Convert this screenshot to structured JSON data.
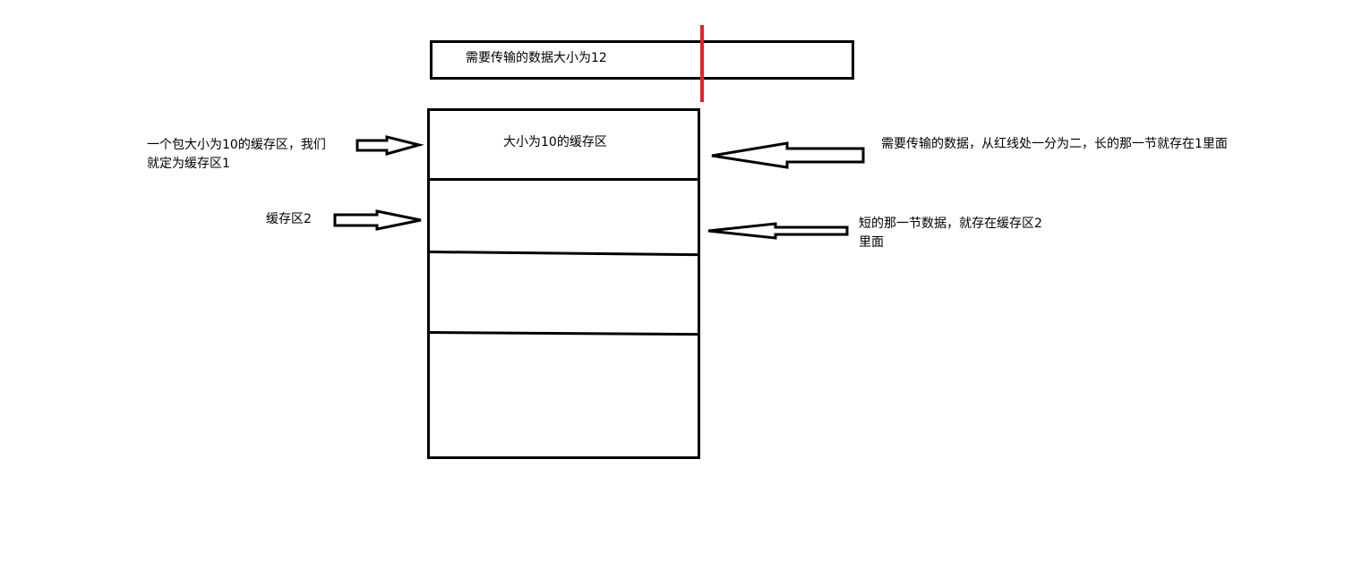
{
  "diagram": {
    "data_bar": {
      "label": "需要传输的数据大小为12"
    },
    "stack": {
      "buffer1_label": "大小为10的缓存区"
    },
    "left_notes": {
      "buffer1_line1": "一个包大小为10的缓存区，我们",
      "buffer1_line2": "就定为缓存区1",
      "buffer2": "缓存区2"
    },
    "right_notes": {
      "split_long": "需要传输的数据，从红线处一分为二，长的那一节就存在1里面",
      "split_short_line1": "短的那一节数据，就存在缓存区2",
      "split_short_line2": "里面"
    },
    "colors": {
      "stroke": "#000000",
      "cut_line": "#e0242a",
      "background": "#ffffff"
    }
  }
}
